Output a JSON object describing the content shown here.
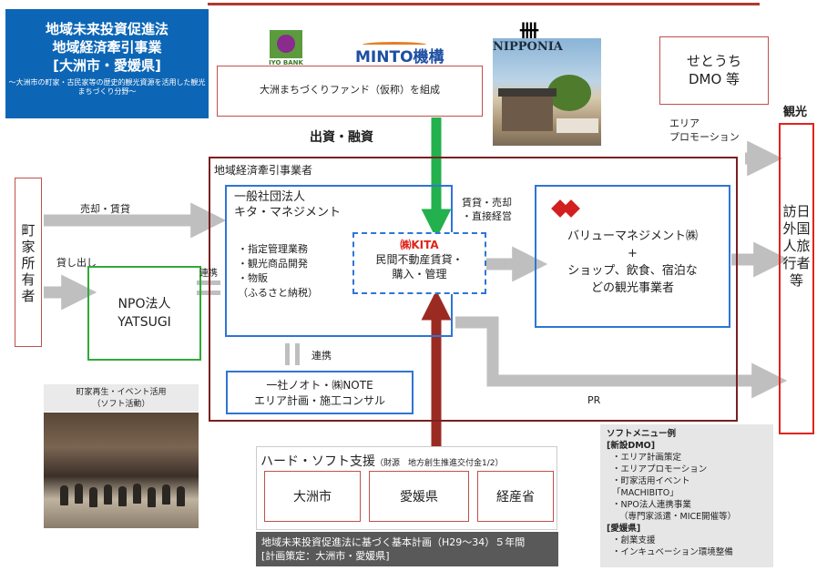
{
  "header": {
    "title_lines": [
      "地域未来投資促進法",
      "地域経済牽引事業",
      "[大洲市・愛媛県]"
    ],
    "subtitle": "～大洲市の町家・古民家等の歴史的観光資源を活用した観光まちづくり分野～"
  },
  "fund": {
    "label": "大洲まちづくりファンド（仮称）を組成",
    "bank_logo_text": "IYO BANK",
    "minto_logo_text": "MINTO機構"
  },
  "nipponia": {
    "logo_text": "NIPPONIA"
  },
  "setouchi": {
    "label": "せとうち\nDMO 等"
  },
  "capital_label": "出資・融資",
  "tourism_header": "観光",
  "area_promotion": "エリア\nプロモーション",
  "visitors": {
    "label": "訪日外国人旅行者等"
  },
  "owners": {
    "label": "町家所有者"
  },
  "flows": {
    "sale_lease": "売却・賃貸",
    "lend": "貸し出し",
    "lease_sale_direct": "賃貸・売却\n・直接経営",
    "pr": "PR",
    "cooperation_1": "連携",
    "cooperation_2": "連携"
  },
  "region_operator": {
    "title": "地域経済牽引事業者",
    "kita_title": "一般社団法人\nキタ・マネジメント",
    "kita_items": "・指定管理業務\n・観光商品開発\n・物販\n（ふるさと納税）",
    "kita_corp_name": "㈱KITA",
    "kita_corp_desc": "民間不動産賃貸・\n購入・管理"
  },
  "value_mgmt": {
    "name": "バリューマネジメント㈱",
    "plus": "+",
    "desc": "ショップ、飲食、宿泊な\nどの観光事業者"
  },
  "npo": {
    "label": "NPO法人\nYATSUGI"
  },
  "note": {
    "label": "一社ノオト・㈱NOTE\nエリア計画・施工コンサル"
  },
  "photo_caption": "町家再生・イベント活用\n（ソフト活動）",
  "support": {
    "title": "ハード・ソフト支援",
    "source": "（財源　地方創生推進交付金1/2）",
    "orgs": [
      "大洲市",
      "愛媛県",
      "経産省"
    ]
  },
  "basic_plan": "地域未来投資促進法に基づく基本計画（H29～34）５年間\n[計画策定：大洲市・愛媛県]",
  "soft_menu": {
    "title": "ソフトメニュー例",
    "sections": [
      {
        "heading": "[新設DMO]",
        "items": [
          "・エリア計画策定",
          "・エリアプロモーション",
          "・町家活用イベント",
          "「MACHIBITO」",
          "・NPO法人連携事業",
          "（専門家派遣・MICE開催等）"
        ]
      },
      {
        "heading": "[愛媛県]",
        "items": [
          "・創業支援",
          "・インキュベーション環境整備"
        ]
      }
    ]
  },
  "colors": {
    "blue": "#0d66b5",
    "red": "#e0241b",
    "green": "#22b14c",
    "dark_red": "#7a2020",
    "arrow_gray": "#bfbfbf"
  }
}
